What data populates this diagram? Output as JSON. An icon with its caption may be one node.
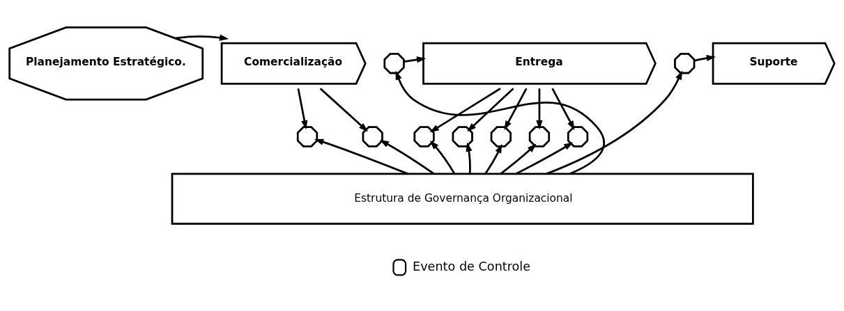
{
  "diagram": {
    "nodes": [
      {
        "text": [
          "Planejamento Estratégico."
        ]
      },
      {
        "text": [
          "Comercialização"
        ]
      },
      {
        "text": [],
        "shape": "octagon"
      },
      {
        "text": [
          "Entrega"
        ]
      },
      {
        "text": [],
        "shape": "octagon"
      },
      {
        "text": [
          "Suporte"
        ]
      },
      {
        "text": [],
        "shape": "octagon"
      },
      {
        "text": [],
        "shape": "octagon"
      },
      {
        "text": [],
        "shape": "octagon"
      },
      {
        "text": [],
        "shape": "octagon"
      },
      {
        "text": [],
        "shape": "octagon"
      },
      {
        "text": [],
        "shape": "octagon"
      },
      {
        "text": [],
        "shape": "octagon"
      },
      {
        "text": [
          "Estrutura de Governança Organizacional"
        ]
      }
    ],
    "edges": [
      {
        "from": 0,
        "to": 1,
        "arrow": "to"
      },
      {
        "from": 2,
        "to": 3,
        "arrow": "to"
      },
      {
        "from": 4,
        "to": 5,
        "arrow": "to"
      },
      {
        "from": 1,
        "to": 6,
        "arrow": "to"
      },
      {
        "from": 1,
        "to": 7,
        "arrow": "to"
      },
      {
        "from": 3,
        "to": 8,
        "arrow": "to"
      },
      {
        "from": 3,
        "to": 9,
        "arrow": "to"
      },
      {
        "from": 3,
        "to": 10,
        "arrow": "to"
      },
      {
        "from": 3,
        "to": 11,
        "arrow": "to"
      },
      {
        "from": 3,
        "to": 12,
        "arrow": "to"
      },
      {
        "from": 13,
        "to": 6,
        "arrow": "to"
      },
      {
        "from": 13,
        "to": 7,
        "arrow": "to"
      },
      {
        "from": 13,
        "to": 2,
        "arrow": "to"
      },
      {
        "from": 13,
        "to": 8,
        "arrow": "to"
      },
      {
        "from": 13,
        "to": 9,
        "arrow": "to"
      },
      {
        "from": 13,
        "to": 10,
        "arrow": "to"
      },
      {
        "from": 13,
        "to": 11,
        "arrow": "to"
      },
      {
        "from": 13,
        "to": 12,
        "arrow": "to"
      },
      {
        "from": 13,
        "to": 4,
        "arrow": "to"
      }
    ],
    "legend": [
      {
        "text": "Evento de Controle"
      }
    ]
  }
}
